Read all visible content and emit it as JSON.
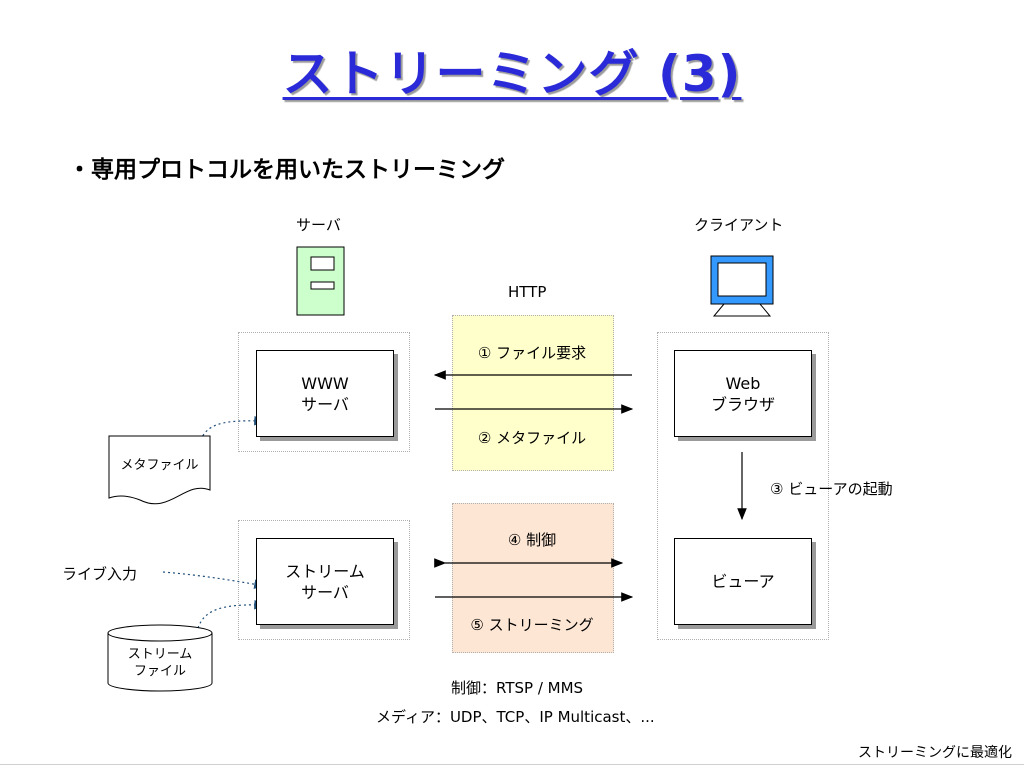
{
  "slide": {
    "title": "ストリーミング (3)",
    "bullet": "・専用プロトコルを用いたストリーミング",
    "footer": "ストリーミングに最適化"
  },
  "labels": {
    "server_top": "サーバ",
    "client_top": "クライアント",
    "http": "HTTP",
    "live_input": "ライブ入力",
    "viewer_launch": "③ ビューアの起動"
  },
  "boxes": {
    "www_server": [
      "WWW",
      "サーバ"
    ],
    "web_browser": [
      "Web",
      "ブラウザ"
    ],
    "stream_server": [
      "ストリーム",
      "サーバ"
    ],
    "viewer": [
      "ビューア"
    ]
  },
  "files": {
    "meta_file": "メタファイル",
    "stream_file": [
      "ストリーム",
      "ファイル"
    ]
  },
  "arrows": {
    "file_request": "① ファイル要求",
    "meta_file": "② メタファイル",
    "control": "④ 制御",
    "streaming": "⑤ ストリーミング"
  },
  "protocols": {
    "control": "制御：RTSP / MMS",
    "media": "メディア：UDP、TCP、IP Multicast、..."
  }
}
